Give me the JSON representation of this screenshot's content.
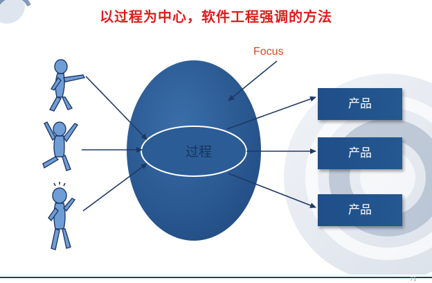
{
  "slide": {
    "title": "以过程为中心，软件工程强调的方法",
    "focus_label": "Focus",
    "process_label": "过程",
    "products": [
      "产品",
      "产品",
      "产品"
    ],
    "page_number": "71"
  },
  "icons": {
    "people": [
      "person-pointing-icon",
      "person-arms-up-icon",
      "person-idea-icon"
    ],
    "watermark": "at-sign-watermark-icon",
    "corner": "swirl-corner-icon"
  },
  "colors": {
    "title": "#e01b1b",
    "focus": "#d94a1f",
    "ellipse": "#2b5c96",
    "box": "#1f4e89",
    "arrow": "#1f3864"
  }
}
